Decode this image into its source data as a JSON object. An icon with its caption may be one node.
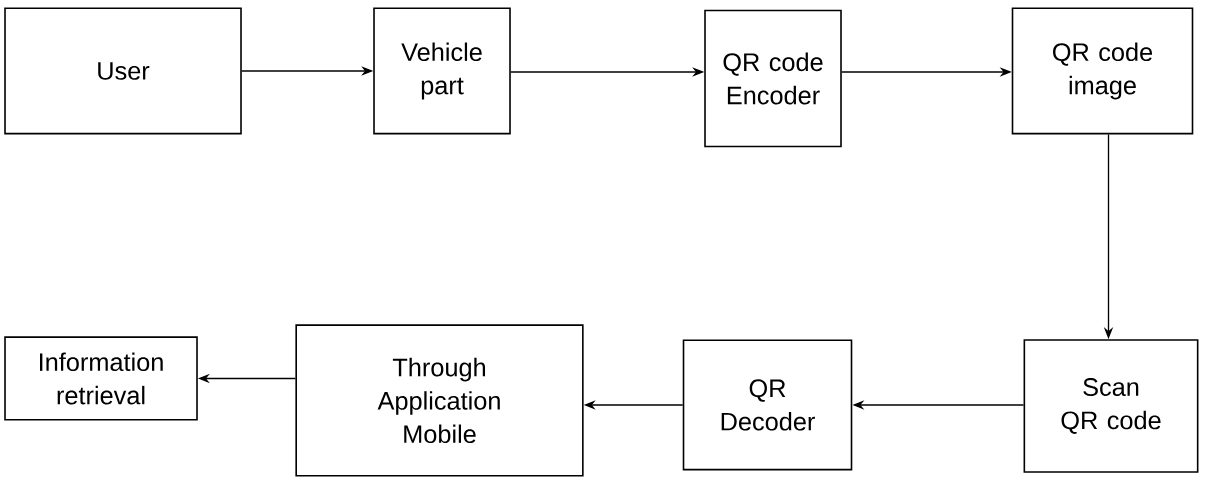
{
  "diagram": {
    "nodes": [
      {
        "text": [
          "User"
        ]
      },
      {
        "text": [
          "Vehicle part"
        ]
      },
      {
        "text": [
          "QR code Encoder"
        ]
      },
      {
        "text": [
          "QR code image"
        ]
      },
      {
        "text": [
          "Scan QR code"
        ]
      },
      {
        "text": [
          "QR Decoder"
        ]
      },
      {
        "text": [
          "Through Application Mobile"
        ]
      },
      {
        "text": [
          "Information retrieval"
        ]
      }
    ],
    "edges": [
      {
        "from": 0,
        "to": 1,
        "arrow": "to"
      },
      {
        "from": 1,
        "to": 2,
        "arrow": "to"
      },
      {
        "from": 2,
        "to": 3,
        "arrow": "to"
      },
      {
        "from": 3,
        "to": 4,
        "arrow": "to"
      },
      {
        "from": 4,
        "to": 5,
        "arrow": "to"
      },
      {
        "from": 5,
        "to": 6,
        "arrow": "to"
      },
      {
        "from": 6,
        "to": 7,
        "arrow": "to"
      }
    ]
  }
}
